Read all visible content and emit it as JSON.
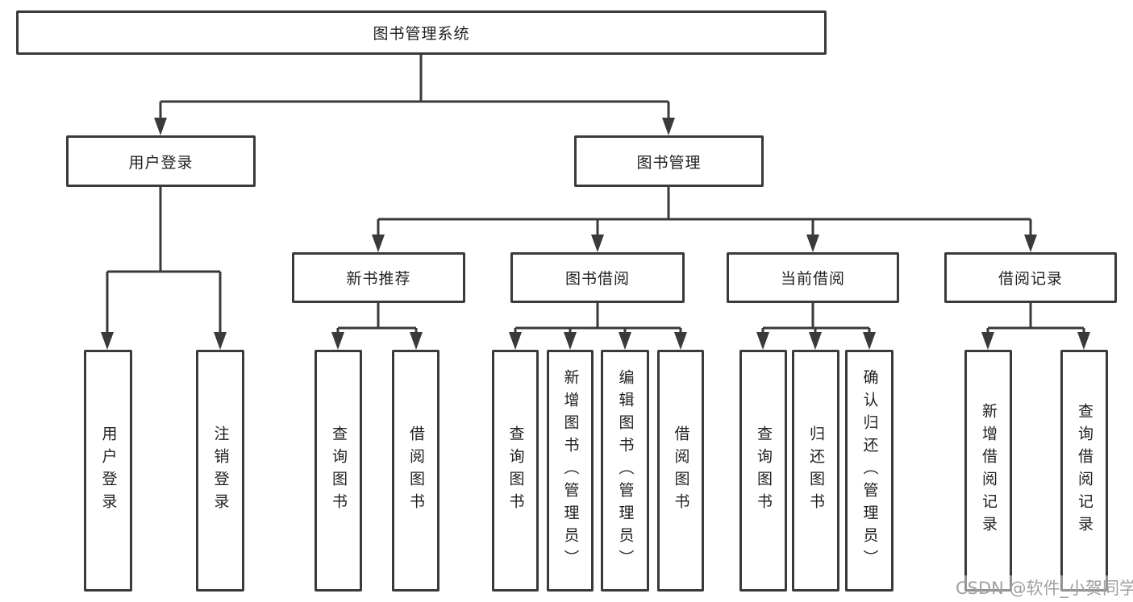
{
  "tree": {
    "label": "图书管理系统",
    "children": [
      {
        "label": "用户登录",
        "children": [
          {
            "label": "用户登录"
          },
          {
            "label": "注销登录"
          }
        ]
      },
      {
        "label": "图书管理",
        "children": [
          {
            "label": "新书推荐",
            "children": [
              {
                "label": "查询图书"
              },
              {
                "label": "借阅图书"
              }
            ]
          },
          {
            "label": "图书借阅",
            "children": [
              {
                "label": "查询图书"
              },
              {
                "label": "新增图书（管理员）"
              },
              {
                "label": "编辑图书（管理员）"
              },
              {
                "label": "借阅图书"
              }
            ]
          },
          {
            "label": "当前借阅",
            "children": [
              {
                "label": "查询图书"
              },
              {
                "label": "归还图书"
              },
              {
                "label": "确认归还（管理员）"
              }
            ]
          },
          {
            "label": "借阅记录",
            "children": [
              {
                "label": "新增借阅记录"
              },
              {
                "label": "查询借阅记录"
              }
            ]
          }
        ]
      }
    ]
  },
  "watermark": "CSDN @软件_小贺同学",
  "colors": {
    "line": "#3a3a3a",
    "text": "#1f1f1f",
    "watermark": "#a0a0a0",
    "background": "#ffffff"
  }
}
